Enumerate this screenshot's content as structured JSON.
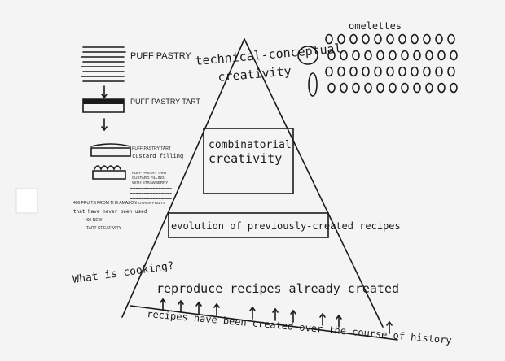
{
  "pyramid": {
    "levels": [
      {
        "label_line1": "technical-conceptual",
        "label_line2": "creativity"
      },
      {
        "label_line1": "combinatorial",
        "label_line2": "creativity"
      },
      {
        "label_line1": "evolution of previously-created recipes"
      },
      {
        "label_line1": "reproduce recipes already created"
      }
    ],
    "base_label": "recipes have been created over the course of history",
    "question": "What is cooking?"
  },
  "puff_pastry": {
    "step1": "PUFF PASTRY",
    "step2": "PUFF PASTRY TART",
    "step3_line1": "PUFF PASTRY TART",
    "step3_line2": "custard filling",
    "step4_line1": "PUFF PASTRY TART",
    "step4_line2": "CUSTARD FILLING",
    "step4_line3": "WITH STRAWBERRY",
    "step4_line4": "OTHER FRUITS",
    "note_line1": "400 FRUITS FROM THE AMAZON",
    "note_line2": "that have never been used",
    "note_line3": "400 NEW",
    "note_line4": "TART CREATIVITY"
  },
  "omelettes": {
    "title": "omelettes"
  },
  "colors": {
    "ink": "#1a1a1a",
    "wall": "#f4f4f5"
  }
}
